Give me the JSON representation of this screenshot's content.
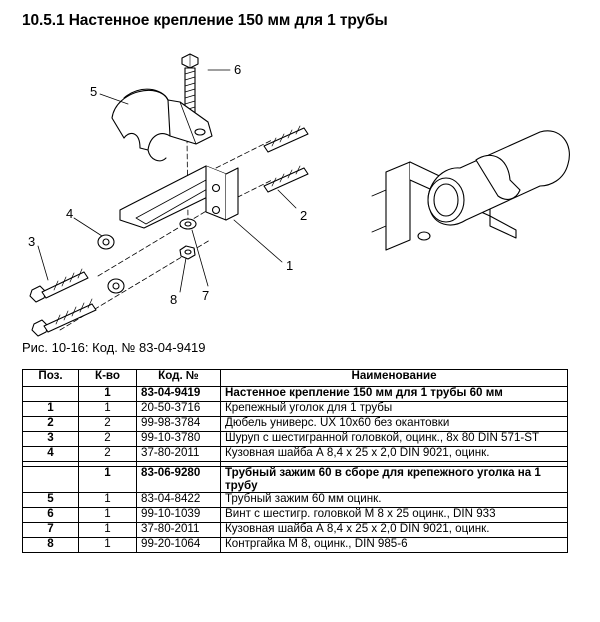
{
  "heading": "10.5.1 Настенное крепление 150 мм для 1 трубы",
  "callouts": [
    "1",
    "2",
    "3",
    "4",
    "5",
    "6",
    "7",
    "8"
  ],
  "caption": "Рис. 10-16: Код. № 83-04-9419",
  "table": {
    "headers": [
      "Поз.",
      "К-во",
      "Код. №",
      "Наименование"
    ],
    "groups": [
      {
        "header": {
          "pos": "",
          "qty": "1",
          "code": "83-04-9419",
          "name": "Настенное крепление 150 мм для 1 трубы 60 мм"
        },
        "rows": [
          {
            "pos": "1",
            "qty": "1",
            "code": "20-50-3716",
            "name": "Крепежный уголок для 1 трубы"
          },
          {
            "pos": "2",
            "qty": "2",
            "code": "99-98-3784",
            "name": "Дюбель универс. UX 10x60 без окантовки"
          },
          {
            "pos": "3",
            "qty": "2",
            "code": "99-10-3780",
            "name": "Шуруп с шестигранной головкой, оцинк., 8x 80 DIN 571-ST"
          },
          {
            "pos": "4",
            "qty": "2",
            "code": "37-80-2011",
            "name": "Кузовная шайба А 8,4 x 25 x 2,0 DIN 9021, оцинк."
          }
        ]
      },
      {
        "header": {
          "pos": "",
          "qty": "1",
          "code": "83-06-9280",
          "name": "Трубный зажим 60 в сборе для крепежного уголка на 1 трубу"
        },
        "rows": [
          {
            "pos": "5",
            "qty": "1",
            "code": "83-04-8422",
            "name": "Трубный зажим 60 мм оцинк."
          },
          {
            "pos": "6",
            "qty": "1",
            "code": "99-10-1039",
            "name": "Винт с шестигр. головкой М 8 x 25 оцинк., DIN 933"
          },
          {
            "pos": "7",
            "qty": "1",
            "code": "37-80-2011",
            "name": "Кузовная шайба А 8,4 x 25 x 2,0 DIN 9021, оцинк."
          },
          {
            "pos": "8",
            "qty": "1",
            "code": "99-20-1064",
            "name": "Контргайка М 8, оцинк., DIN 985-6"
          }
        ]
      }
    ]
  }
}
